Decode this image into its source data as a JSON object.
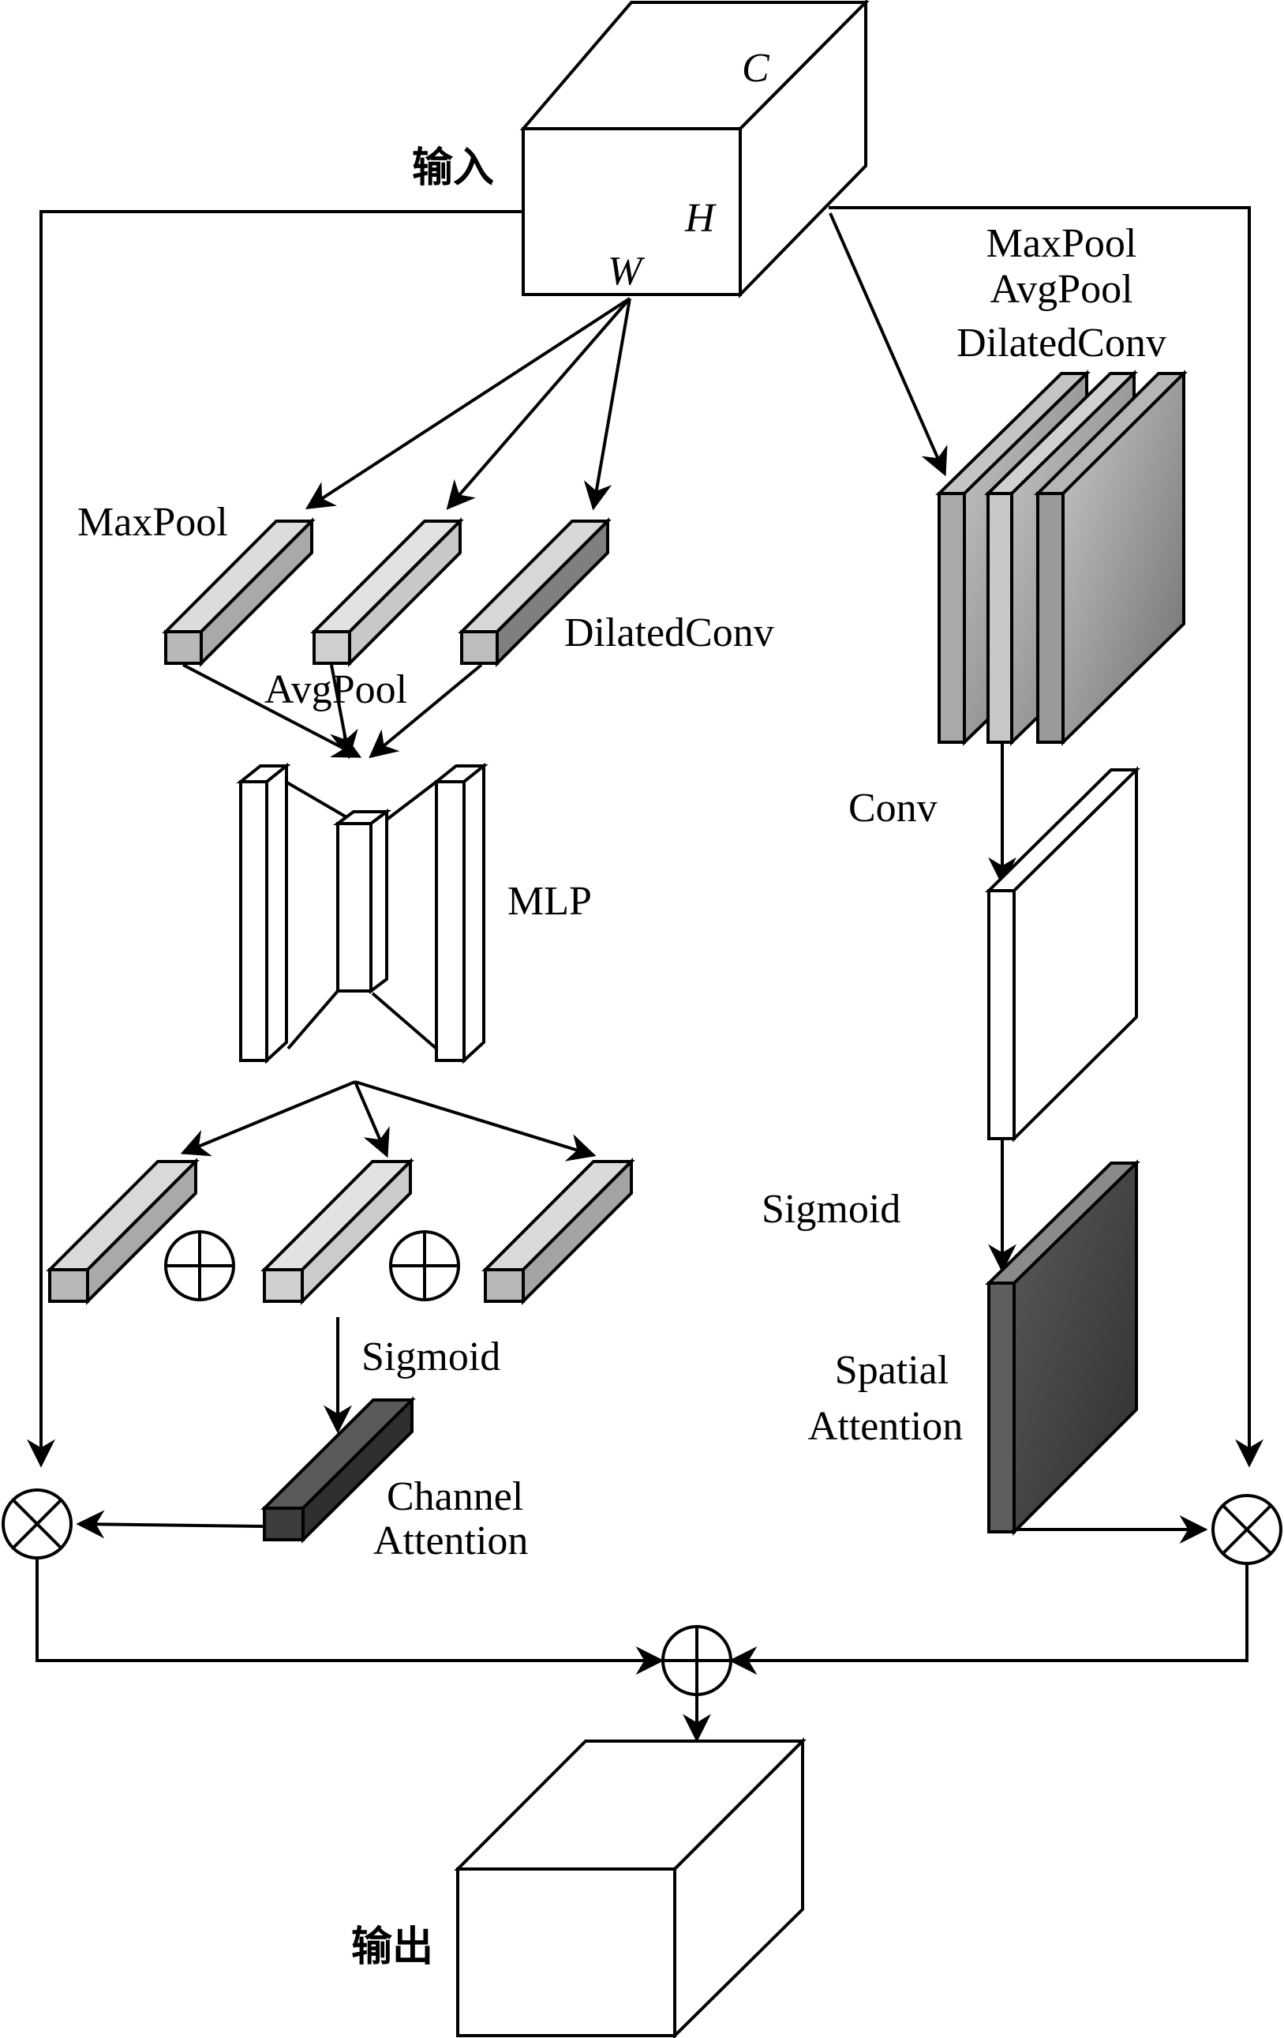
{
  "input": {
    "label": "输入",
    "dims": {
      "c": "C",
      "h": "H",
      "w": "W"
    }
  },
  "output": {
    "label": "输出"
  },
  "channel_branch": {
    "pool_labels": {
      "maxpool": "MaxPool",
      "avgpool": "AvgPool",
      "dilatedconv": "DilatedConv"
    },
    "mlp_label": "MLP",
    "sigmoid_label": "Sigmoid",
    "attention_label": {
      "line1": "Channel",
      "line2": "Attention"
    }
  },
  "spatial_branch": {
    "pool_labels": {
      "line1": "MaxPool",
      "line2": "AvgPool",
      "line3": "DilatedConv"
    },
    "conv_label": "Conv",
    "sigmoid_label": "Sigmoid",
    "attention_label": {
      "line1": "Spatial",
      "line2": "Attention"
    }
  },
  "colors": {
    "background": "#ffffff",
    "stroke": "#000000",
    "maxpool_face": "#a9a9a9",
    "avgpool_face": "#c8c8c8",
    "dilated_face": "#7f7f7f",
    "channel_attention": "#3c3c3c",
    "spatial_attention": "#4a4a4a"
  },
  "icons": {
    "multiply": "circle-times-icon",
    "add": "circle-plus-icon"
  }
}
